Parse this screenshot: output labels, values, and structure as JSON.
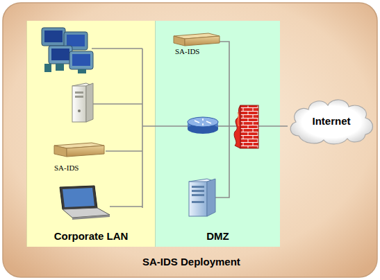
{
  "diagram": {
    "title": "SA-IDS Deployment",
    "nodes": [
      {
        "text": [
          "Corporate LAN"
        ]
      },
      {
        "text": [
          "DMZ"
        ]
      },
      {
        "text": [
          "Internet"
        ]
      }
    ],
    "labels": [
      "SA-IDS",
      "SA-IDS"
    ]
  }
}
